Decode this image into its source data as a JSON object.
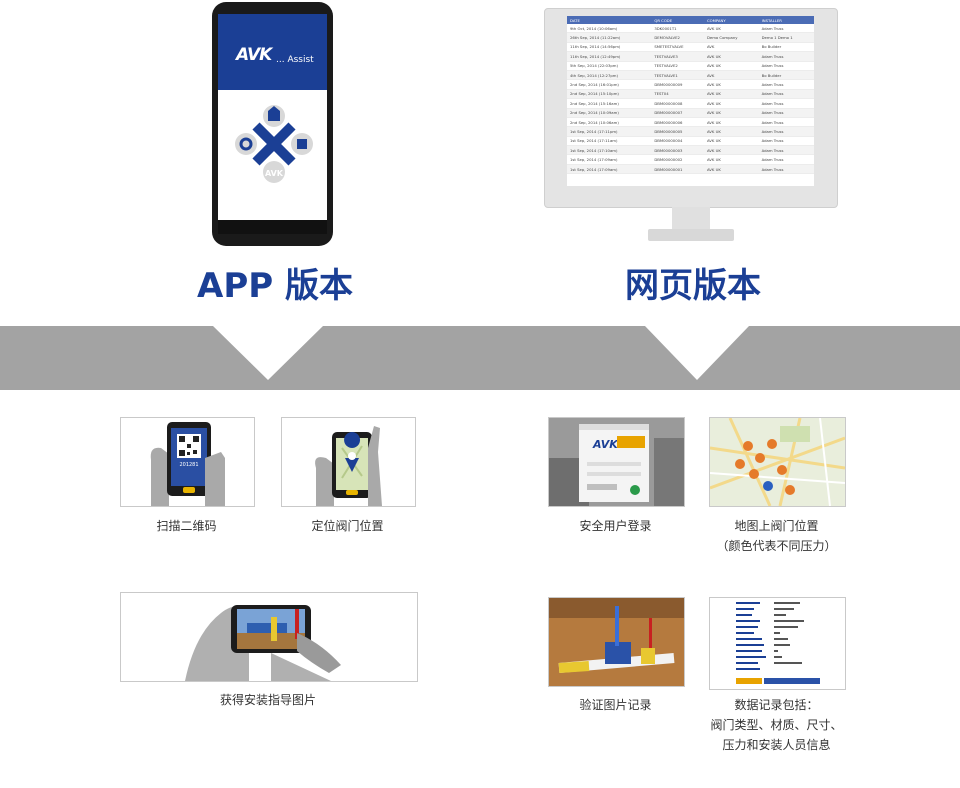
{
  "phone_app": {
    "logo_text": "AVK",
    "assist_text": "... Assist",
    "label": "APP 版本"
  },
  "web": {
    "label": "网页版本",
    "table_headers": [
      "DATE",
      "QR CODE",
      "COMPANY",
      "INSTALLER"
    ],
    "table_rows": [
      [
        "9th Oct, 2014 (10:06am)",
        "3DK0001T1",
        "AVK UK",
        "Adam Truss"
      ],
      [
        "26th Sep, 2014 (11:22am)",
        "DEMOVALVE2",
        "Demo Company",
        "Demo 1 Demo 1"
      ],
      [
        "11th Sep, 2014 (14:56pm)",
        "SMETESTVALVE",
        "AVK",
        "Bo Builder"
      ],
      [
        "11th Sep, 2014 (12:49pm)",
        "TESTVALVE3",
        "AVK UK",
        "Adam Truss"
      ],
      [
        "5th Sep, 2014 (22:03pm)",
        "TESTVALVE2",
        "AVK UK",
        "Adam Truss"
      ],
      [
        "4th Sep, 2014 (12:27pm)",
        "TESTVALVE1",
        "AVK",
        "Bo Builder"
      ],
      [
        "2nd Sep, 2014 (16:01pm)",
        "DBM00000009",
        "AVK UK",
        "Adam Truss"
      ],
      [
        "2nd Sep, 2014 (15:10pm)",
        "TEST04",
        "AVK UK",
        "Adam Truss"
      ],
      [
        "2nd Sep, 2014 (15:16am)",
        "DBM00000008",
        "AVK UK",
        "Adam Truss"
      ],
      [
        "2nd Sep, 2014 (10:09am)",
        "DBM00000007",
        "AVK UK",
        "Adam Truss"
      ],
      [
        "2nd Sep, 2014 (10:06am)",
        "DBM00000006",
        "AVK UK",
        "Adam Truss"
      ],
      [
        "1st Sep, 2014 (17:11pm)",
        "DBM00000005",
        "AVK UK",
        "Adam Truss"
      ],
      [
        "1st Sep, 2014 (17:11am)",
        "DBM00000004",
        "AVK UK",
        "Adam Truss"
      ],
      [
        "1st Sep, 2014 (17:10am)",
        "DBM00000003",
        "AVK UK",
        "Adam Truss"
      ],
      [
        "1st Sep, 2014 (17:09am)",
        "DBM00000002",
        "AVK UK",
        "Adam Truss"
      ],
      [
        "1st Sep, 2014 (17:09am)",
        "DBM00000001",
        "AVK UK",
        "Adam Truss"
      ]
    ]
  },
  "app_features": [
    {
      "caption": "扫描二维码",
      "icon": "qr-scan-icon",
      "screen_text": "201281"
    },
    {
      "caption": "定位阀门位置",
      "icon": "map-pin-icon"
    },
    {
      "caption": "获得安装指导图片",
      "icon": "installation-photo-icon"
    }
  ],
  "web_features": [
    {
      "caption": "安全用户登录"
    },
    {
      "caption_line1": "地图上阀门位置",
      "caption_line2": "（颜色代表不同压力）"
    },
    {
      "caption": "验证图片记录"
    },
    {
      "caption_line1": "数据记录包括：",
      "caption_line2": "阀门类型、材质、尺寸、",
      "caption_line3": "压力和安装人员信息"
    }
  ],
  "colors": {
    "brand_blue": "#1b3f95",
    "banner_gray": "#a3a3a3",
    "caption": "#333333"
  }
}
